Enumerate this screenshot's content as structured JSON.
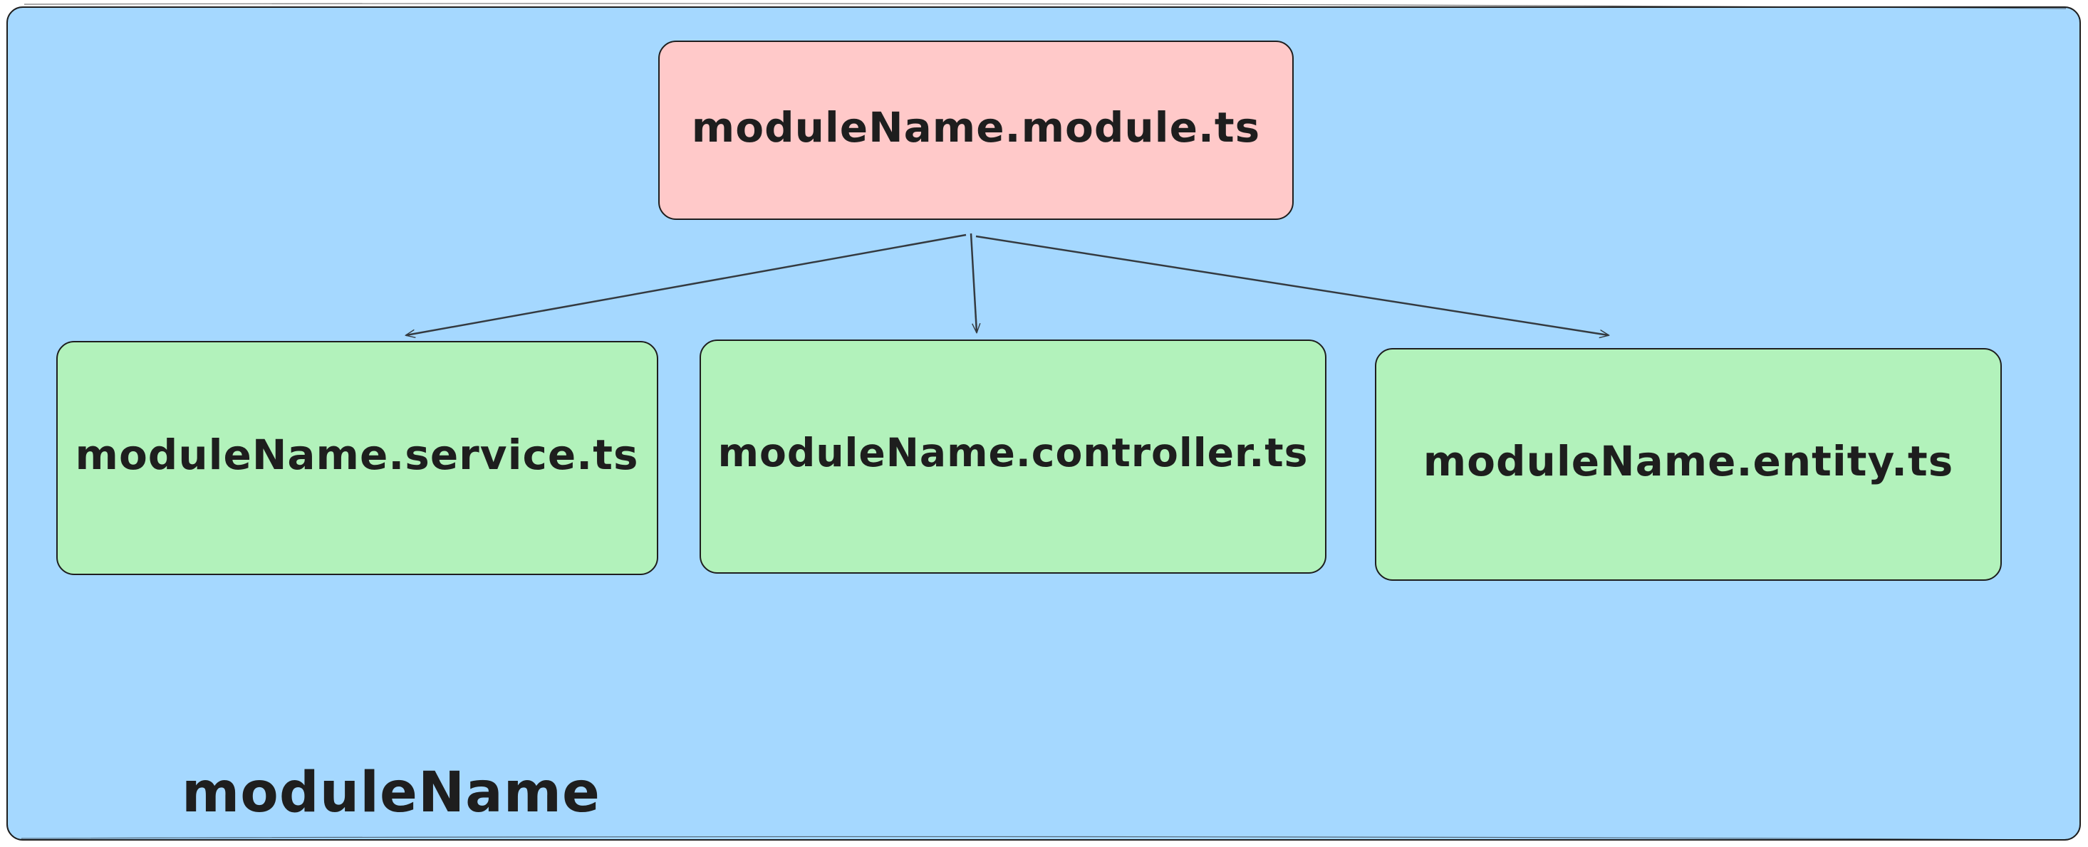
{
  "container": {
    "label": "moduleName",
    "color": "#a5d8ff"
  },
  "nodes": [
    {
      "id": "module",
      "label": "moduleName.module.ts",
      "color": "#ffc9c9"
    },
    {
      "id": "service",
      "label": "moduleName.service.ts",
      "color": "#b2f2bb"
    },
    {
      "id": "controller",
      "label": "moduleName.controller.ts",
      "color": "#b2f2bb"
    },
    {
      "id": "entity",
      "label": "moduleName.entity.ts",
      "color": "#b2f2bb"
    }
  ],
  "edges": [
    {
      "from": "module",
      "to": "service"
    },
    {
      "from": "module",
      "to": "controller"
    },
    {
      "from": "module",
      "to": "entity"
    }
  ],
  "stroke_color": "#1e1e1e"
}
